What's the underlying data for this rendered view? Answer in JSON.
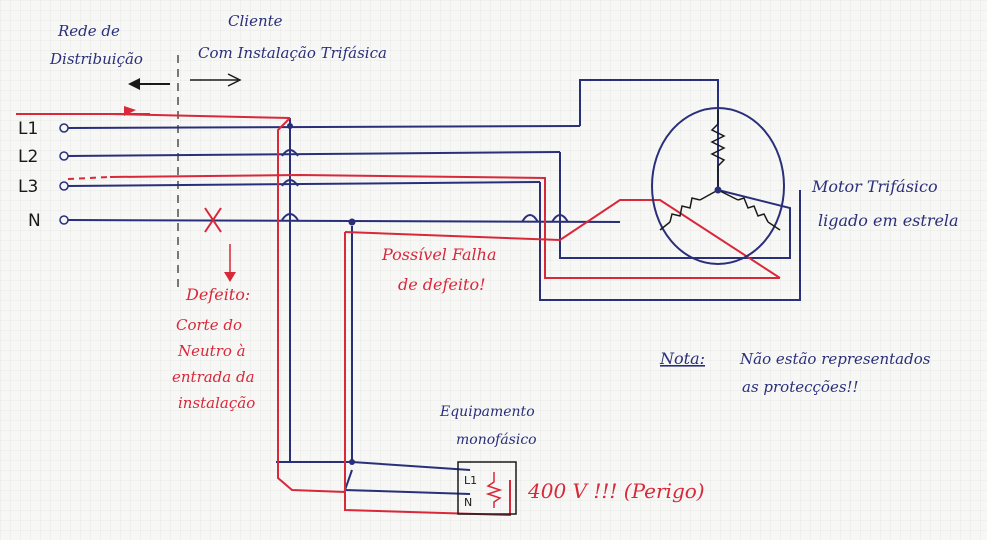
{
  "labels": {
    "rede": [
      "Rede de",
      "Distribuição"
    ],
    "cliente": [
      "Cliente",
      "Com Instalação Trifásica"
    ],
    "terminals": [
      "L1",
      "L2",
      "L3",
      "N"
    ],
    "defeito": [
      "Defeito:",
      "Corte do",
      "Neutro à",
      "entrada da",
      "instalação"
    ],
    "falha": [
      "Possível Falha",
      "de defeito!"
    ],
    "motor": [
      "Motor Trifásico",
      "ligado em estrela"
    ],
    "nota_label": "Nota:",
    "nota_text": [
      "Não estão representados",
      "as protecções!!"
    ],
    "equip": [
      "Equipamento",
      "monofásico"
    ],
    "equip_pins": [
      "L1",
      "N"
    ],
    "perigo": "400 V !!! (Perigo)"
  },
  "colors": {
    "paper": "#f7f7f5",
    "grid": "#dcdcdc",
    "blue_ink": "#2a2f7a",
    "red_ink": "#d8283a",
    "black_ink": "#1a1a1a"
  }
}
